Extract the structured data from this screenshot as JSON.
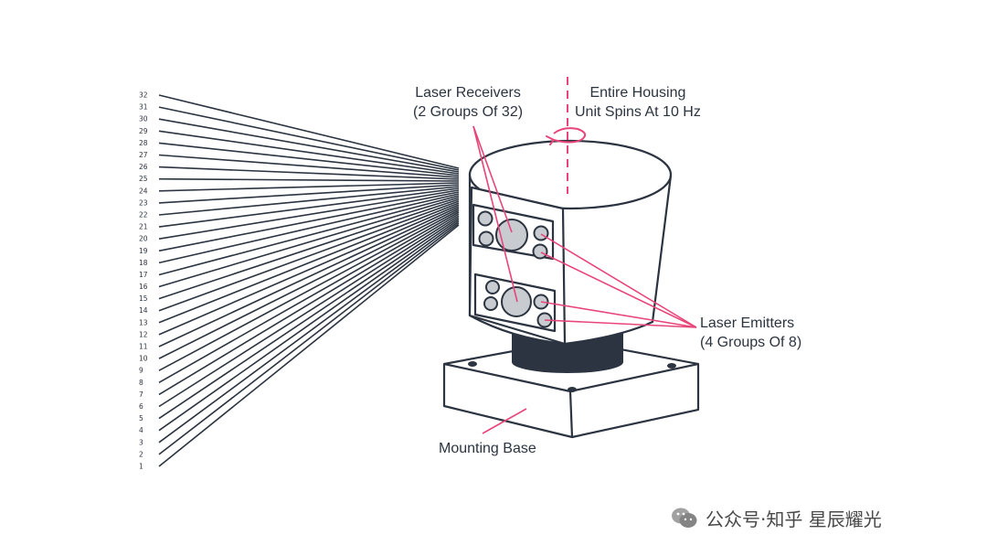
{
  "beam_labels": [
    "32",
    "31",
    "30",
    "29",
    "28",
    "27",
    "26",
    "25",
    "24",
    "23",
    "22",
    "21",
    "20",
    "19",
    "18",
    "17",
    "16",
    "15",
    "14",
    "13",
    "12",
    "11",
    "10",
    "9",
    "8",
    "7",
    "6",
    "5",
    "4",
    "3",
    "2",
    "1"
  ],
  "labels": {
    "receivers": {
      "line1": "Laser Receivers",
      "line2": "(2 Groups Of 32)"
    },
    "housing": {
      "line1": "Entire Housing",
      "line2": "Unit Spins At 10 Hz"
    },
    "emitters": {
      "line1": "Laser Emitters",
      "line2": "(4 Groups Of 8)"
    },
    "base": "Mounting Base"
  },
  "watermark": {
    "icon": "wechat-icon",
    "text": "公众号·知乎 星辰耀光"
  },
  "colors": {
    "outline": "#2b3440",
    "accent": "#e8457a",
    "lens_fill": "#c8ccd1",
    "motor": "#2b3440"
  }
}
